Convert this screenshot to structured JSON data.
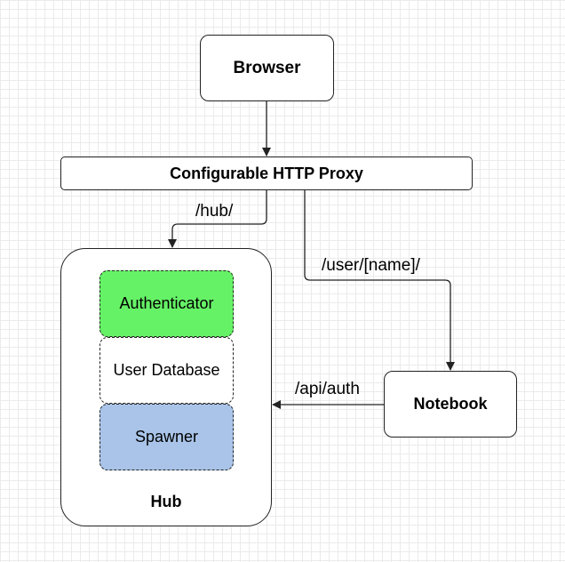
{
  "nodes": {
    "browser": {
      "label": "Browser"
    },
    "proxy": {
      "label": "Configurable HTTP Proxy"
    },
    "hub": {
      "label": "Hub",
      "components": {
        "authenticator": {
          "label": "Authenticator",
          "color": "#66f266"
        },
        "user_database": {
          "label": "User Database",
          "color": "#ffffff"
        },
        "spawner": {
          "label": "Spawner",
          "color": "#a9c4e8"
        }
      }
    },
    "notebook": {
      "label": "Notebook"
    }
  },
  "edges": {
    "browser_to_proxy": {
      "label": ""
    },
    "proxy_to_hub": {
      "label": "/hub/"
    },
    "proxy_to_notebook": {
      "label": "/user/[name]/"
    },
    "notebook_to_hub": {
      "label": "/api/auth"
    }
  },
  "colors": {
    "stroke": "#222222",
    "grid": "#ebebeb"
  }
}
